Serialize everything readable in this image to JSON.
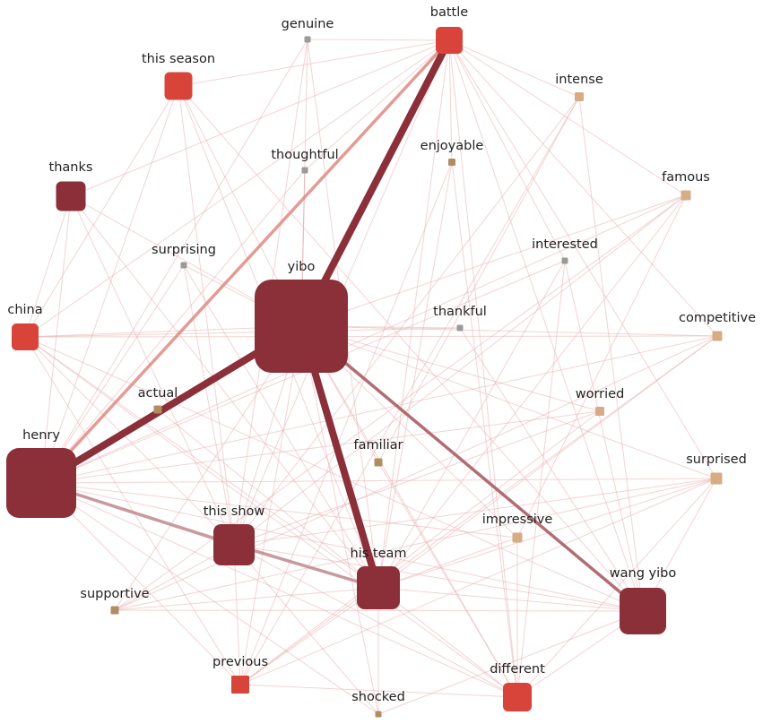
{
  "colors": {
    "dark": "#8b2f39",
    "red": "#d9443a",
    "tan": "#d7ab84",
    "olive": "#b08d62",
    "gray": "#9a9a9a",
    "edge_light": "#e8b0b0",
    "edge_mid": "#d27b7b"
  },
  "nodes": [
    {
      "id": "yibo",
      "label": "yibo",
      "color": "dark"
    },
    {
      "id": "henry",
      "label": "henry",
      "color": "dark"
    },
    {
      "id": "wang_yibo",
      "label": "wang yibo",
      "color": "dark"
    },
    {
      "id": "his_team",
      "label": "his team",
      "color": "dark"
    },
    {
      "id": "this_show",
      "label": "this show",
      "color": "dark"
    },
    {
      "id": "thanks",
      "label": "thanks",
      "color": "dark"
    },
    {
      "id": "battle",
      "label": "battle",
      "color": "red"
    },
    {
      "id": "this_season",
      "label": "this season",
      "color": "red"
    },
    {
      "id": "china",
      "label": "china",
      "color": "red"
    },
    {
      "id": "different",
      "label": "different",
      "color": "red"
    },
    {
      "id": "previous",
      "label": "previous",
      "color": "red"
    },
    {
      "id": "genuine",
      "label": "genuine",
      "color": "gray"
    },
    {
      "id": "thoughtful",
      "label": "thoughtful",
      "color": "gray"
    },
    {
      "id": "surprising",
      "label": "surprising",
      "color": "gray"
    },
    {
      "id": "interested",
      "label": "interested",
      "color": "gray"
    },
    {
      "id": "thankful",
      "label": "thankful",
      "color": "gray"
    },
    {
      "id": "intense",
      "label": "intense",
      "color": "tan"
    },
    {
      "id": "famous",
      "label": "famous",
      "color": "tan"
    },
    {
      "id": "competitive",
      "label": "competitive",
      "color": "tan"
    },
    {
      "id": "worried",
      "label": "worried",
      "color": "tan"
    },
    {
      "id": "surprised",
      "label": "surprised",
      "color": "tan"
    },
    {
      "id": "impressive",
      "label": "impressive",
      "color": "tan"
    },
    {
      "id": "enjoyable",
      "label": "enjoyable",
      "color": "olive"
    },
    {
      "id": "actual",
      "label": "actual",
      "color": "olive"
    },
    {
      "id": "familiar",
      "label": "familiar",
      "color": "olive"
    },
    {
      "id": "supportive",
      "label": "supportive",
      "color": "olive"
    },
    {
      "id": "shocked",
      "label": "shocked",
      "color": "olive"
    }
  ],
  "edges": [
    {
      "from": "yibo",
      "to": "battle",
      "strength": "strong"
    },
    {
      "from": "yibo",
      "to": "henry",
      "strength": "strong"
    },
    {
      "from": "yibo",
      "to": "his_team",
      "strength": "strong"
    },
    {
      "from": "yibo",
      "to": "wang_yibo",
      "strength": "medium"
    },
    {
      "from": "henry",
      "to": "battle",
      "strength": "medium"
    },
    {
      "from": "henry",
      "to": "this_show",
      "strength": "medium"
    },
    {
      "from": "this_show",
      "to": "his_team",
      "strength": "medium"
    },
    {
      "from": "battle",
      "to": "this_season",
      "strength": "weak"
    },
    {
      "from": "battle",
      "to": "thanks",
      "strength": "weak"
    },
    {
      "from": "battle",
      "to": "china",
      "strength": "weak"
    },
    {
      "from": "battle",
      "to": "thoughtful",
      "strength": "weak"
    },
    {
      "from": "battle",
      "to": "enjoyable",
      "strength": "weak"
    },
    {
      "from": "battle",
      "to": "intense",
      "strength": "weak"
    },
    {
      "from": "battle",
      "to": "famous",
      "strength": "weak"
    },
    {
      "from": "battle",
      "to": "interested",
      "strength": "weak"
    },
    {
      "from": "battle",
      "to": "his_team",
      "strength": "weak"
    },
    {
      "from": "battle",
      "to": "different",
      "strength": "weak"
    },
    {
      "from": "battle",
      "to": "wang_yibo",
      "strength": "weak"
    },
    {
      "from": "battle",
      "to": "competitive",
      "strength": "weak"
    },
    {
      "from": "battle",
      "to": "this_show",
      "strength": "weak"
    },
    {
      "from": "battle",
      "to": "surprised",
      "strength": "weak"
    },
    {
      "from": "genuine",
      "to": "henry",
      "strength": "weak"
    },
    {
      "from": "genuine",
      "to": "his_team",
      "strength": "weak"
    },
    {
      "from": "genuine",
      "to": "yibo",
      "strength": "weak"
    },
    {
      "from": "genuine",
      "to": "this_show",
      "strength": "weak"
    },
    {
      "from": "this_season",
      "to": "yibo",
      "strength": "weak"
    },
    {
      "from": "this_season",
      "to": "henry",
      "strength": "weak"
    },
    {
      "from": "this_season",
      "to": "this_show",
      "strength": "weak"
    },
    {
      "from": "this_season",
      "to": "his_team",
      "strength": "weak"
    },
    {
      "from": "this_season",
      "to": "china",
      "strength": "weak"
    },
    {
      "from": "this_season",
      "to": "wang_yibo",
      "strength": "weak"
    },
    {
      "from": "thanks",
      "to": "henry",
      "strength": "weak"
    },
    {
      "from": "thanks",
      "to": "china",
      "strength": "weak"
    },
    {
      "from": "thanks",
      "to": "this_show",
      "strength": "weak"
    },
    {
      "from": "thanks",
      "to": "yibo",
      "strength": "weak"
    },
    {
      "from": "china",
      "to": "yibo",
      "strength": "weak"
    },
    {
      "from": "china",
      "to": "his_team",
      "strength": "weak"
    },
    {
      "from": "china",
      "to": "this_show",
      "strength": "weak"
    },
    {
      "from": "china",
      "to": "thankful",
      "strength": "weak"
    },
    {
      "from": "china",
      "to": "competitive",
      "strength": "weak"
    },
    {
      "from": "china",
      "to": "different",
      "strength": "weak"
    },
    {
      "from": "china",
      "to": "previous",
      "strength": "weak"
    },
    {
      "from": "china",
      "to": "wang_yibo",
      "strength": "weak"
    },
    {
      "from": "henry",
      "to": "surprising",
      "strength": "weak"
    },
    {
      "from": "henry",
      "to": "thoughtful",
      "strength": "weak"
    },
    {
      "from": "henry",
      "to": "his_team",
      "strength": "weak"
    },
    {
      "from": "henry",
      "to": "different",
      "strength": "weak"
    },
    {
      "from": "henry",
      "to": "wang_yibo",
      "strength": "weak"
    },
    {
      "from": "henry",
      "to": "previous",
      "strength": "weak"
    },
    {
      "from": "henry",
      "to": "shocked",
      "strength": "weak"
    },
    {
      "from": "henry",
      "to": "famous",
      "strength": "weak"
    },
    {
      "from": "henry",
      "to": "interested",
      "strength": "weak"
    },
    {
      "from": "henry",
      "to": "worried",
      "strength": "weak"
    },
    {
      "from": "henry",
      "to": "surprised",
      "strength": "weak"
    },
    {
      "from": "henry",
      "to": "competitive",
      "strength": "weak"
    },
    {
      "from": "henry",
      "to": "impressive",
      "strength": "weak"
    },
    {
      "from": "yibo",
      "to": "this_show",
      "strength": "weak"
    },
    {
      "from": "yibo",
      "to": "different",
      "strength": "weak"
    },
    {
      "from": "yibo",
      "to": "previous",
      "strength": "weak"
    },
    {
      "from": "yibo",
      "to": "shocked",
      "strength": "weak"
    },
    {
      "from": "yibo",
      "to": "supportive",
      "strength": "weak"
    },
    {
      "from": "yibo",
      "to": "familiar",
      "strength": "weak"
    },
    {
      "from": "yibo",
      "to": "thankful",
      "strength": "weak"
    },
    {
      "from": "yibo",
      "to": "competitive",
      "strength": "weak"
    },
    {
      "from": "yibo",
      "to": "famous",
      "strength": "weak"
    },
    {
      "from": "yibo",
      "to": "surprised",
      "strength": "weak"
    },
    {
      "from": "yibo",
      "to": "worried",
      "strength": "weak"
    },
    {
      "from": "yibo",
      "to": "impressive",
      "strength": "weak"
    },
    {
      "from": "yibo",
      "to": "surprising",
      "strength": "weak"
    },
    {
      "from": "yibo",
      "to": "thoughtful",
      "strength": "weak"
    },
    {
      "from": "his_team",
      "to": "wang_yibo",
      "strength": "weak"
    },
    {
      "from": "his_team",
      "to": "different",
      "strength": "weak"
    },
    {
      "from": "his_team",
      "to": "shocked",
      "strength": "weak"
    },
    {
      "from": "his_team",
      "to": "previous",
      "strength": "weak"
    },
    {
      "from": "his_team",
      "to": "supportive",
      "strength": "weak"
    },
    {
      "from": "his_team",
      "to": "surprised",
      "strength": "weak"
    },
    {
      "from": "his_team",
      "to": "impressive",
      "strength": "weak"
    },
    {
      "from": "his_team",
      "to": "competitive",
      "strength": "weak"
    },
    {
      "from": "his_team",
      "to": "famous",
      "strength": "weak"
    },
    {
      "from": "his_team",
      "to": "enjoyable",
      "strength": "weak"
    },
    {
      "from": "his_team",
      "to": "interested",
      "strength": "weak"
    },
    {
      "from": "his_team",
      "to": "surprising",
      "strength": "weak"
    },
    {
      "from": "his_team",
      "to": "actual",
      "strength": "weak"
    },
    {
      "from": "his_team",
      "to": "thanks",
      "strength": "weak"
    },
    {
      "from": "this_show",
      "to": "different",
      "strength": "weak"
    },
    {
      "from": "this_show",
      "to": "wang_yibo",
      "strength": "weak"
    },
    {
      "from": "this_show",
      "to": "previous",
      "strength": "weak"
    },
    {
      "from": "this_show",
      "to": "supportive",
      "strength": "weak"
    },
    {
      "from": "this_show",
      "to": "shocked",
      "strength": "weak"
    },
    {
      "from": "this_show",
      "to": "surprised",
      "strength": "weak"
    },
    {
      "from": "this_show",
      "to": "surprising",
      "strength": "weak"
    },
    {
      "from": "this_show",
      "to": "famous",
      "strength": "weak"
    },
    {
      "from": "this_show",
      "to": "intense",
      "strength": "weak"
    },
    {
      "from": "this_show",
      "to": "worried",
      "strength": "weak"
    },
    {
      "from": "wang_yibo",
      "to": "different",
      "strength": "weak"
    },
    {
      "from": "wang_yibo",
      "to": "surprised",
      "strength": "weak"
    },
    {
      "from": "wang_yibo",
      "to": "thankful",
      "strength": "weak"
    },
    {
      "from": "wang_yibo",
      "to": "interested",
      "strength": "weak"
    },
    {
      "from": "wang_yibo",
      "to": "intense",
      "strength": "weak"
    },
    {
      "from": "wang_yibo",
      "to": "supportive",
      "strength": "weak"
    },
    {
      "from": "wang_yibo",
      "to": "shocked",
      "strength": "weak"
    },
    {
      "from": "different",
      "to": "impressive",
      "strength": "weak"
    },
    {
      "from": "different",
      "to": "interested",
      "strength": "weak"
    },
    {
      "from": "different",
      "to": "enjoyable",
      "strength": "weak"
    },
    {
      "from": "different",
      "to": "previous",
      "strength": "weak"
    },
    {
      "from": "different",
      "to": "surprised",
      "strength": "weak"
    },
    {
      "from": "different",
      "to": "familiar",
      "strength": "weak"
    },
    {
      "from": "intense",
      "to": "familiar",
      "strength": "weak"
    },
    {
      "from": "intense",
      "to": "previous",
      "strength": "weak"
    },
    {
      "from": "famous",
      "to": "impressive",
      "strength": "weak"
    },
    {
      "from": "famous",
      "to": "supportive",
      "strength": "weak"
    },
    {
      "from": "competitive",
      "to": "supportive",
      "strength": "weak"
    },
    {
      "from": "competitive",
      "to": "previous",
      "strength": "weak"
    },
    {
      "from": "surprised",
      "to": "supportive",
      "strength": "weak"
    },
    {
      "from": "surprised",
      "to": "previous",
      "strength": "weak"
    },
    {
      "from": "worried",
      "to": "previous",
      "strength": "weak"
    },
    {
      "from": "enjoyable",
      "to": "previous",
      "strength": "weak"
    },
    {
      "from": "thoughtful",
      "to": "yibo",
      "strength": "weak"
    },
    {
      "from": "genuine",
      "to": "battle",
      "strength": "weak"
    }
  ]
}
